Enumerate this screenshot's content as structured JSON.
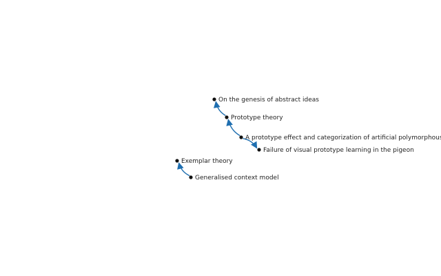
{
  "diagram": {
    "colors": {
      "node": "#111111",
      "edge": "#1f6fb0",
      "label": "#222222",
      "background": "#ffffff"
    },
    "nodes": [
      {
        "id": "n1",
        "label": "On the genesis of abstract ideas"
      },
      {
        "id": "n2",
        "label": "Prototype theory"
      },
      {
        "id": "n3",
        "label": "A prototype effect and categorization of artificial polymorphous stimuli"
      },
      {
        "id": "n4",
        "label": "Failure of visual prototype learning in the pigeon"
      },
      {
        "id": "n5",
        "label": "Exemplar theory"
      },
      {
        "id": "n6",
        "label": "Generalised context model"
      }
    ],
    "edges": [
      {
        "from": "n2",
        "to": "n1"
      },
      {
        "from": "n3",
        "to": "n2"
      },
      {
        "from": "n3",
        "to": "n4"
      },
      {
        "from": "n6",
        "to": "n5"
      }
    ]
  }
}
